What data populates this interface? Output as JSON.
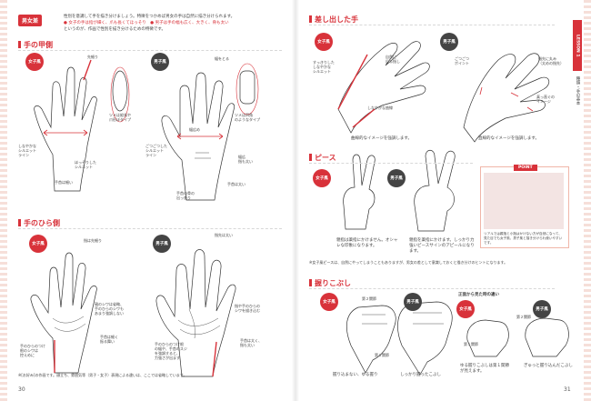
{
  "left_page": {
    "section_tag": "男女差",
    "intro": {
      "line1": "性別を意識して手を描き分けましょう。特徴をつかめば男女の手は自然に描き分けられます。",
      "line2": "● 女子の手は指が細く、爪も長くてほっそり　● 男子は手の幅も広く、大きく、骨も太い",
      "line3": "というのが、作画で性別を描き分けるための特徴です。"
    },
    "back_section": {
      "title": "手の甲側",
      "female_badge": "女子風",
      "male_badge": "男子風",
      "labels": {
        "fingertip": "先細り",
        "nail_f": "ツメは縦長や\n爪形ぼタイプ",
        "knuckle": "幅をとる",
        "nail_m": "ツメは四角\nのようなタイプ",
        "smooth": "しなやかな\nシルエット\nライン",
        "slim": "ほっそりした\nシルエット",
        "wrist_f": "手首は細い",
        "bony": "ごつごつした\nシルエット\nライン",
        "wide": "幅広め",
        "broad": "幅広\n指も太い",
        "tendon": "手首の骨の\n出っ張り",
        "wrist_m": "手首は太い"
      }
    },
    "palm_section": {
      "title": "手のひら側",
      "female_badge": "女子風",
      "male_badge": "男子風",
      "labels": {
        "fingertip": "指は先細り",
        "creases_f": "親のシワは省略、\n手のひらのシワも\nあまり強調しない",
        "wrist_f": "手首は細く\n振る舞い",
        "palm_base": "手のひらのつけ\n根のシワは\n控えめに",
        "fingertip_m": "指先は太い",
        "creases_m": "指や手のひらの\nシワを描き込む",
        "wrist_m": "手首は太く、\n指も太い",
        "palm_base_m": "手のひらのつけ根\nの幅や、手首のスジ\nを強調すると、\n力強さが出ます"
      }
    },
    "footnote": "※[お好み]の作画です。顔立ち、雰囲気等（男子・女子）表現による違いは、ここでは省略しています。",
    "page_number": "30"
  },
  "right_page": {
    "reach_section": {
      "title": "差し出した手",
      "female_badge": "女子風",
      "male_badge": "男子風",
      "labels": {
        "smooth": "すっきりした\nしなやかな\nシルエット",
        "bend": "自然に\n反る指し",
        "bony_point": "ごつごつ\nポイント",
        "thick_finger": "指先に丸み\n（太めの指先）",
        "lines": "しなやかな曲線",
        "bulky": "真っ直ぐの\nイメージ"
      },
      "caption_f": "曲線的なイメージを強調します。",
      "caption_m": "直線的なイメージを強調します。"
    },
    "peace_section": {
      "title": "ピース",
      "female_badge": "女子風",
      "male_badge": "男子風",
      "caption_f": "親指は薬指にかけません。オシャレな印象になります。",
      "caption_m": "親指を薬指にかけます。しっかり力強いピースサインのアピールになります。",
      "note": "※女子風ピースは、自然にやってしまうこともありますが、男女の差として意識しておくと描き分けのヒントになります。",
      "point_label": "POINT",
      "point_text": "リアルでは親指と小指はかけない方が自然になって、見た目でも女子風、男子風と描き分けられ使いやすいです。"
    },
    "fist_section": {
      "title": "握りこぶし",
      "female_badge": "女子風",
      "male_badge": "男子風",
      "front_title": "正面から見た時の違い",
      "labels": {
        "joint2": "第２関節",
        "joint1": "第１関節",
        "caption_f": "握り込まない、ゆる握り",
        "caption_m": "しっかり握ったこぶし",
        "front_f": "ゆる握りこぶしは第１関節が見えます。",
        "front_m": "ぎゅっと握り込んだこぶし"
      }
    },
    "lesson_tab": "LESSON 1",
    "lesson_sub": "種類・手の基本",
    "page_number": "31"
  },
  "colors": {
    "accent": "#d8323a",
    "female_badge": "#d8323a",
    "male_badge": "#444444",
    "point_bg": "#f3e4e3"
  }
}
